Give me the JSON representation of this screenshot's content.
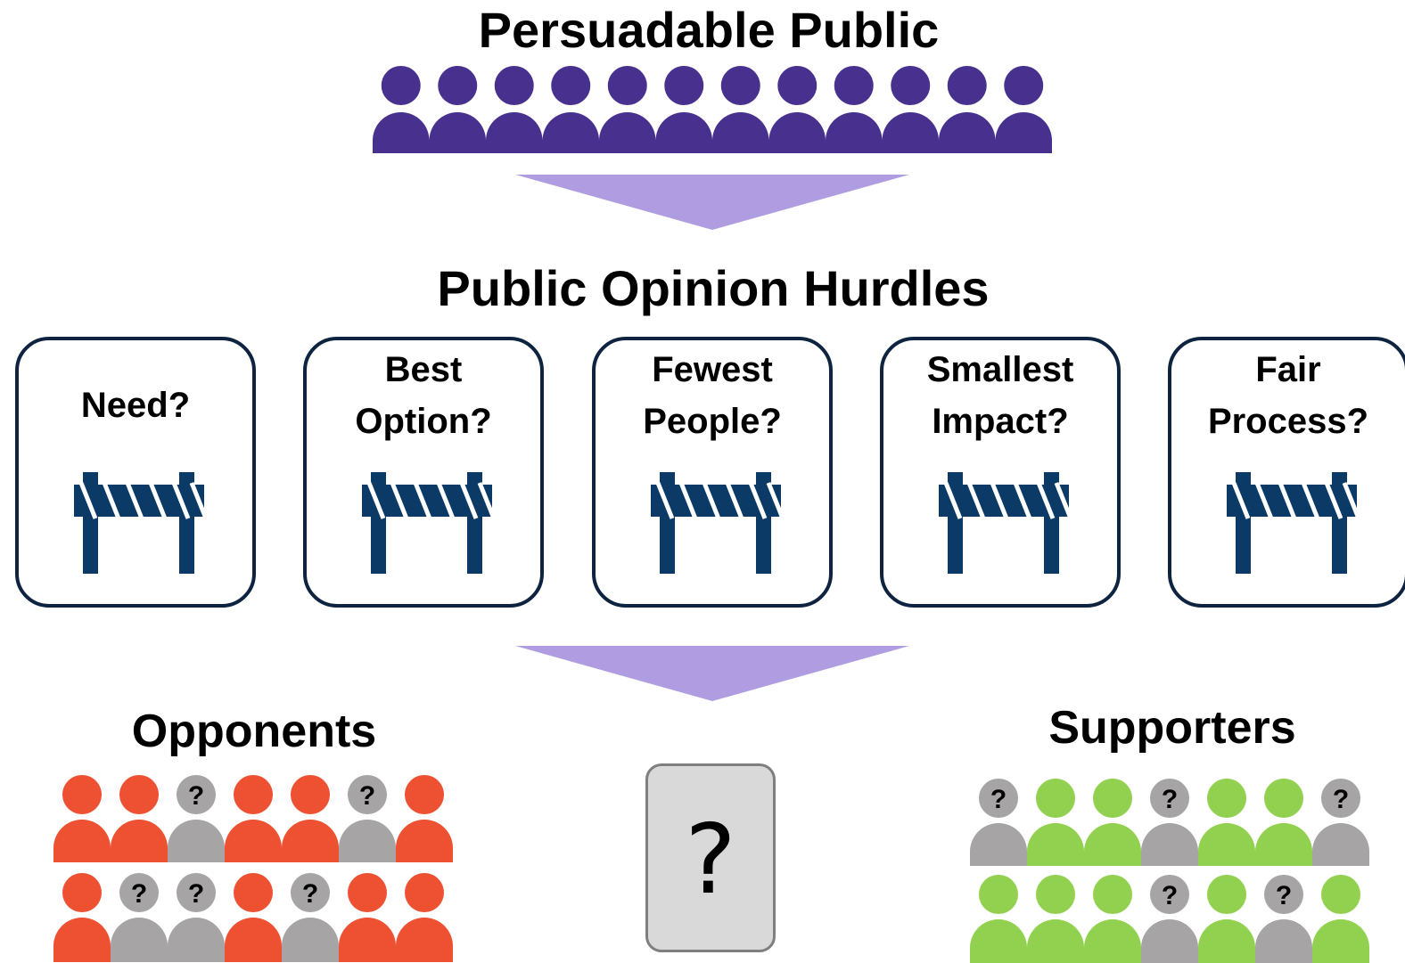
{
  "titles": {
    "persuadable": "Persuadable Public",
    "hurdles": "Public Opinion Hurdles",
    "opponents": "Opponents",
    "supporters": "Supporters"
  },
  "hurdles": [
    {
      "lines": [
        "Need?"
      ]
    },
    {
      "lines": [
        "Best",
        "Option?"
      ]
    },
    {
      "lines": [
        "Fewest",
        "People?"
      ]
    },
    {
      "lines": [
        "Smallest",
        "Impact?"
      ]
    },
    {
      "lines": [
        "Fair",
        "Process?"
      ]
    }
  ],
  "unknown_mark": "?",
  "undecided_mark": "?",
  "crowds": {
    "persuadable": [
      "p",
      "p",
      "p",
      "p",
      "p",
      "p",
      "p",
      "p",
      "p",
      "p",
      "p",
      "p"
    ],
    "opponents_row1": [
      "o",
      "o",
      "u",
      "o",
      "o",
      "u",
      "o"
    ],
    "opponents_row2": [
      "o",
      "u",
      "u",
      "o",
      "u",
      "o",
      "o"
    ],
    "supporters_row1": [
      "u",
      "s",
      "s",
      "u",
      "s",
      "s",
      "u"
    ],
    "supporters_row2": [
      "s",
      "s",
      "s",
      "u",
      "s",
      "u",
      "s"
    ]
  },
  "colors": {
    "persuadable": "#48308f",
    "opponent": "#ee5032",
    "supporter": "#92d050",
    "undecided": "#a6a4a4",
    "arrow": "#b09de1",
    "hurdle_border": "#0d2340",
    "barrier": "#0a3a65",
    "unknown_box": "#d9d9d9"
  }
}
